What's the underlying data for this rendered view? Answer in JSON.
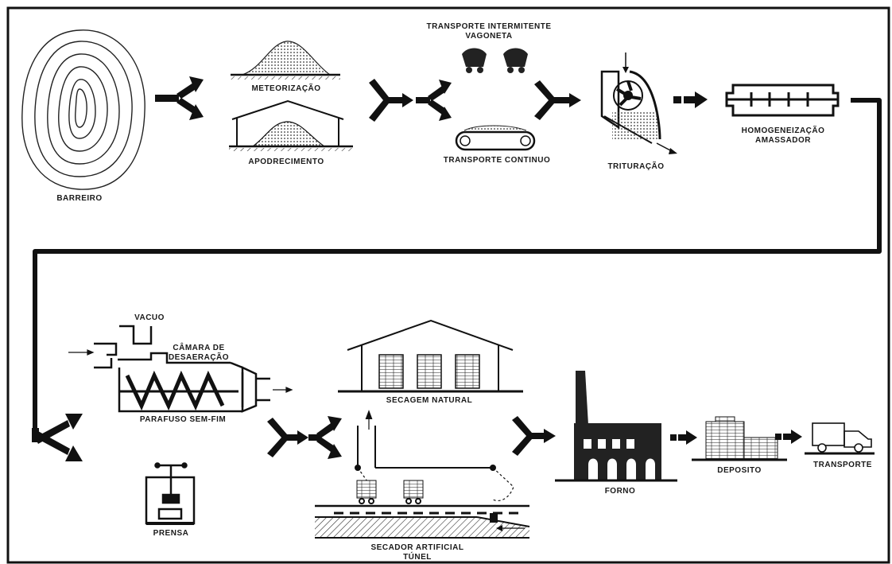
{
  "labels": {
    "barreiro": "BARREIRO",
    "meteorizacao": "METEORIZAÇÃO",
    "apodrecimento": "APODRECIMENTO",
    "transporte_intermitente_1": "TRANSPORTE INTERMITENTE",
    "transporte_intermitente_2": "VAGONETA",
    "transporte_continuo": "TRANSPORTE CONTINUO",
    "trituracao": "TRITURAÇÃO",
    "homogeneizacao_1": "HOMOGENEIZAÇÃO",
    "homogeneizacao_2": "AMASSADOR",
    "vacuo": "VACUO",
    "camara_1": "CÂMARA DE",
    "camara_2": "DESAERAÇÃO",
    "parafuso": "PARAFUSO SEM-FIM",
    "prensa": "PRENSA",
    "secagem_natural": "SECAGEM NATURAL",
    "secador_1": "SECADOR ARTIFICIAL",
    "secador_2": "TÚNEL",
    "forno": "FORNO",
    "deposito": "DEPOSITO",
    "transporte": "TRANSPORTE"
  },
  "colors": {
    "ink": "#1a1a1a",
    "paper": "#ffffff",
    "hatch": "#3a3a3a"
  }
}
